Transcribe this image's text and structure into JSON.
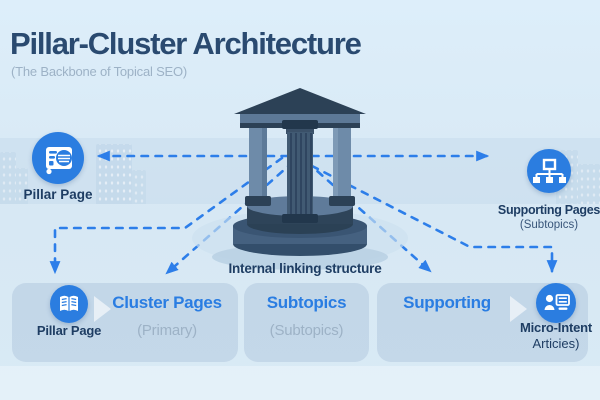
{
  "header": {
    "title": "Pillar-Cluster Architecture",
    "subtitle": "(The Backbone of Topical SEO)"
  },
  "left_node": {
    "label": "Pillar Page",
    "icon": "document-page-icon"
  },
  "right_node": {
    "label": "Supporting Pages",
    "sublabel": "(Subtopics)",
    "icon": "sitemap-icon"
  },
  "center": {
    "caption": "Internal linking structure",
    "illustration": "greek-temple-three-columns"
  },
  "flow_boxes": [
    {
      "icon": "open-book-icon",
      "icon_label": "Pillar Page",
      "title": "Cluster Pages",
      "subtitle": "(Primary)"
    },
    {
      "title": "Subtopics",
      "subtitle": "(Subtopics)"
    },
    {
      "title": "Supporting",
      "icon": "user-article-icon",
      "icon_label_line1": "Micro-Intent",
      "icon_label_line2": "Articies)"
    }
  ],
  "connections": [
    {
      "from": "temple",
      "to": "pillar-page-node",
      "style": "dashed-arrow",
      "direction": "left"
    },
    {
      "from": "temple",
      "to": "supporting-pages-node",
      "style": "dashed-arrow",
      "direction": "right"
    },
    {
      "from": "temple",
      "to": "flow-box-pillar-page-icon",
      "style": "dashed-arrow-elbow",
      "direction": "down-left"
    },
    {
      "from": "temple",
      "to": "flow-box-cluster-pages",
      "style": "dashed-arrow",
      "direction": "down-left"
    },
    {
      "from": "temple",
      "to": "flow-box-supporting",
      "style": "dashed-arrow",
      "direction": "down-right"
    },
    {
      "from": "temple",
      "to": "micro-intent-icon",
      "style": "dashed-arrow-elbow",
      "direction": "down-right"
    }
  ],
  "colors": {
    "background": "#d9eaf6",
    "accent_blue": "#2a7de2",
    "dashed_line_blue": "#2d7ee9",
    "navy": "#2a4a70",
    "navy_label": "#1e3d63",
    "muted_gray": "#9db2c6",
    "icon_circle_blue": "#2b7de0",
    "temple_dark": "#2c4156",
    "temple_light": "#6e8ba9"
  }
}
